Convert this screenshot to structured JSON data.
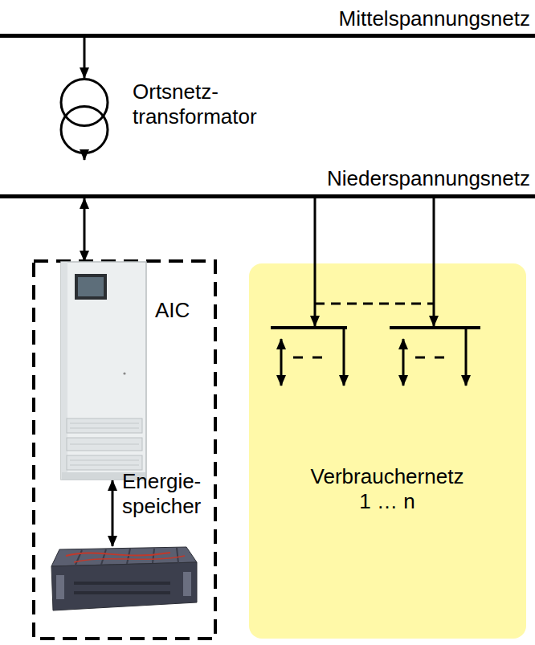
{
  "diagram": {
    "nodes": [
      {
        "text": [
          "Mittelspannungsnetz"
        ]
      },
      {
        "text": [
          "Ortsnetz- transformator"
        ]
      },
      {
        "text": [
          "Niederspannungsnetz"
        ]
      },
      {
        "text": [
          "AIC"
        ]
      },
      {
        "text": [
          "Energie- speicher"
        ]
      },
      {
        "text": [
          "Verbrauchernetz 1 … n"
        ]
      }
    ],
    "edges": [
      {
        "from": 0,
        "to": 1,
        "arrow": "to"
      },
      {
        "from": 1,
        "to": 2,
        "arrow": "to"
      },
      {
        "from": 2,
        "to": 3,
        "arrow": "both"
      },
      {
        "from": 3,
        "to": 4,
        "arrow": "both"
      },
      {
        "from": 2,
        "to": 5,
        "arrow": "to"
      },
      {
        "from": 2,
        "to": 5,
        "arrow": "to"
      }
    ]
  }
}
